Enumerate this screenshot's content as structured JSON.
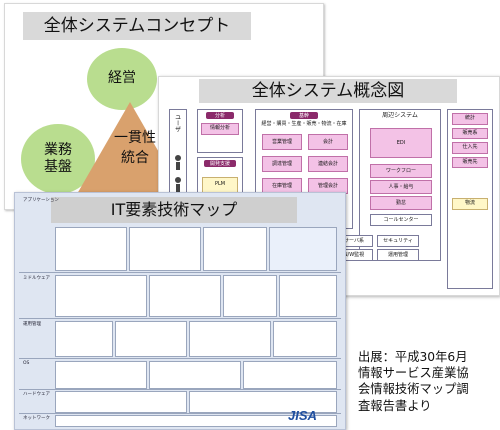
{
  "concept": {
    "title": "全体システムコンセプト",
    "top_circle": "経営",
    "left_circle_line1": "業務",
    "left_circle_line2": "基盤",
    "triangle_line1": "一貫性",
    "triangle_line2": "統合"
  },
  "overview": {
    "title": "全体システム概念図",
    "user_label": "ユーザ",
    "group_analysis": "分析",
    "analysis_items": [
      "情報分析"
    ],
    "group_dev": "開発支援",
    "dev_items": [
      "PLM"
    ],
    "group_core": "基幹",
    "core_header": "経営・購買・生産・販売・物流・在庫",
    "core_left": [
      "営業管理",
      "調達管理",
      "在庫管理"
    ],
    "core_right": [
      "会計",
      "連結会計",
      "管理会計"
    ],
    "periphery_title": "周辺システム",
    "periphery_items": [
      "EDI",
      "ワークフロー",
      "人事・給与",
      "勤怠",
      "コールセンター",
      "サーバ系",
      "セキュリティ",
      "N/W監視",
      "運用管理"
    ],
    "right_items": [
      "統計",
      "販売系",
      "仕入先",
      "販売先",
      "物流"
    ]
  },
  "itmap": {
    "title": "IT要素技術マップ",
    "side_labels": [
      "アプリケーション",
      "ミドルウェア",
      "運用管理",
      "OS",
      "ハードウェア",
      "ネットワーク"
    ]
  },
  "source": {
    "lines": [
      "出展：平成30年6月",
      "情報サービス産業協",
      "会情報技術マップ調",
      "査報告書より"
    ],
    "logo": "JISA"
  },
  "colors": {
    "circle_green": "#b9dd8f",
    "triangle_tan": "#d9a16d",
    "title_gray": "#d9d9d9",
    "pink": "#f3c2e6",
    "dark_magenta": "#8b2a6a",
    "map_blue": "#dfe6f2"
  }
}
